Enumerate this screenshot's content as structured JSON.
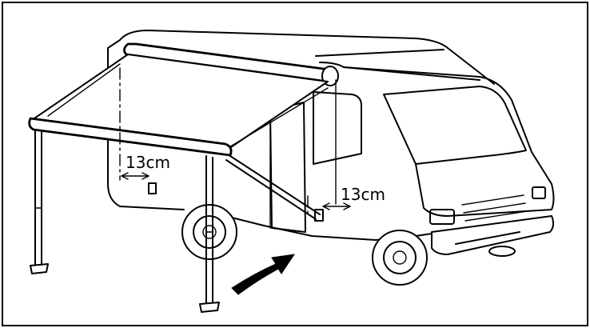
{
  "figure": {
    "labels": {
      "left_distance": "13cm",
      "right_distance": "13cm"
    },
    "icons": [
      "awning-motorhome-illustration",
      "arrow-indicator"
    ],
    "colors": {
      "line": "#000000",
      "background": "#ffffff",
      "frame": "#000000"
    }
  }
}
